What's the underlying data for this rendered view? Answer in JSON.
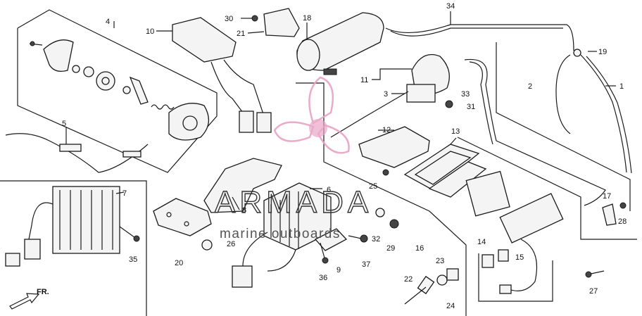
{
  "callouts": [
    {
      "id": "c1",
      "text": "1"
    },
    {
      "id": "c2",
      "text": "2"
    },
    {
      "id": "c3",
      "text": "3"
    },
    {
      "id": "c4",
      "text": "4"
    },
    {
      "id": "c5",
      "text": "5"
    },
    {
      "id": "c6",
      "text": "6"
    },
    {
      "id": "c7",
      "text": "7"
    },
    {
      "id": "c8",
      "text": "8"
    },
    {
      "id": "c9",
      "text": "9"
    },
    {
      "id": "c10",
      "text": "10"
    },
    {
      "id": "c11",
      "text": "11"
    },
    {
      "id": "c12",
      "text": "12"
    },
    {
      "id": "c13",
      "text": "13"
    },
    {
      "id": "c14",
      "text": "14"
    },
    {
      "id": "c15",
      "text": "15"
    },
    {
      "id": "c16",
      "text": "16"
    },
    {
      "id": "c17",
      "text": "17"
    },
    {
      "id": "c18",
      "text": "18"
    },
    {
      "id": "c19",
      "text": "19"
    },
    {
      "id": "c20",
      "text": "20"
    },
    {
      "id": "c21",
      "text": "21"
    },
    {
      "id": "c22",
      "text": "22"
    },
    {
      "id": "c23",
      "text": "23"
    },
    {
      "id": "c24",
      "text": "24"
    },
    {
      "id": "c25",
      "text": "25"
    },
    {
      "id": "c26",
      "text": "26"
    },
    {
      "id": "c27",
      "text": "27"
    },
    {
      "id": "c28",
      "text": "28"
    },
    {
      "id": "c29",
      "text": "29"
    },
    {
      "id": "c30",
      "text": "30"
    },
    {
      "id": "c31",
      "text": "31"
    },
    {
      "id": "c32",
      "text": "32"
    },
    {
      "id": "c33",
      "text": "33"
    },
    {
      "id": "c34",
      "text": "34"
    },
    {
      "id": "c35",
      "text": "35"
    },
    {
      "id": "c36",
      "text": "36"
    },
    {
      "id": "c37",
      "text": "37"
    }
  ],
  "watermark": {
    "brand": "ARMADA",
    "tagline": "marine outboards",
    "brand_color": "#e8a3c4"
  },
  "direction": {
    "label": "FR."
  }
}
